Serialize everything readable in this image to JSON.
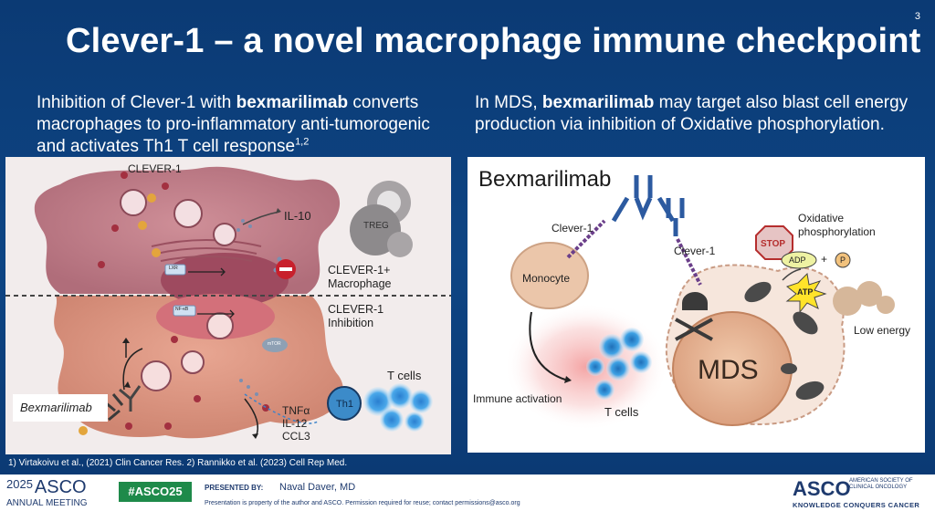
{
  "slide": {
    "title": "Clever-1 – a novel macrophage immune checkpoint",
    "number": "3",
    "left_text": {
      "part1": "Inhibition of Clever-1 with ",
      "bold": "bexmarilimab",
      "part2": " converts macrophages to pro-inflammatory anti-tumorogenic and activates Th1 T cell response",
      "sup": "1,2"
    },
    "right_text": {
      "part1": "In MDS, ",
      "bold": "bexmarilimab",
      "part2": " may target also blast cell energy production via inhibition of Oxidative phosphorylation."
    },
    "references": "1) Virtakoivu et al., (2021) Clin Cancer Res. 2) Rannikko et al. (2023) Cell Rep Med."
  },
  "left_figure": {
    "clever1": "CLEVER-1",
    "il10": "IL-10",
    "treg": "TREG",
    "lxr": "LXR",
    "nfkb": "NF-κB",
    "mtor": "mTOR",
    "macrophage": [
      "CLEVER-1+",
      "Macrophage"
    ],
    "inhibition": [
      "CLEVER-1",
      "Inhibition"
    ],
    "tcells": "T cells",
    "th1": "Th1",
    "cytokines": [
      "TNFα",
      "IL-12",
      "CCL3"
    ],
    "drug": "Bexmarilimab"
  },
  "right_figure": {
    "title": "Bexmarilimab",
    "clever1_a": "Clever-1",
    "clever1_b": "Clever-1",
    "oxphos": [
      "Oxidative",
      "phosphorylation"
    ],
    "stop": "STOP",
    "adp": "ADP",
    "plus": "+",
    "p": "P",
    "atp": "ATP",
    "monocyte": "Monocyte",
    "low_energy": "Low energy",
    "mds": "MDS",
    "immune": "Immune activation",
    "tcells": "T cells"
  },
  "footer": {
    "year": "2025",
    "asco": "ASCO",
    "meeting": "ANNUAL MEETING",
    "hashtag": "#ASCO25",
    "presented_label": "PRESENTED BY:",
    "presenter": "Naval Daver, MD",
    "notice": "Presentation is property of the author and ASCO. Permission required for reuse; contact permissions@asco.org",
    "logo": "ASCO",
    "society": "AMERICAN SOCIETY OF CLINICAL ONCOLOGY",
    "tagline": "KNOWLEDGE CONQUERS CANCER"
  }
}
